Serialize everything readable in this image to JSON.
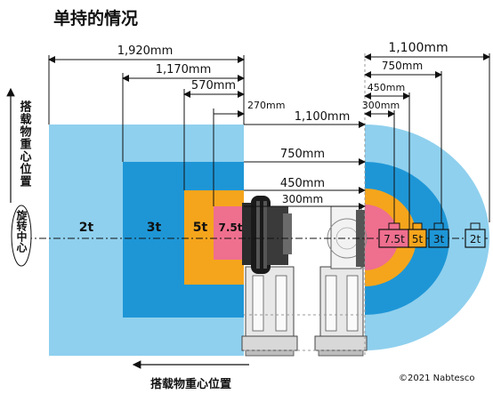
{
  "title": "单持的情况",
  "left_dimensions": [
    "1,920mm",
    "1,170mm",
    "570mm",
    "270mm"
  ],
  "center_dimensions": [
    "1,100mm",
    "750mm",
    "450mm",
    "300mm"
  ],
  "right_dimensions": [
    "1,100mm",
    "750mm",
    "450mm",
    "300mm"
  ],
  "left_zone_labels": [
    "2t",
    "3t",
    "5t",
    "7.5t"
  ],
  "weight_labels": [
    "7.5t",
    "5t",
    "3t",
    "2t"
  ],
  "vertical_label_top": "搭载物重心位置",
  "vertical_label_circle": "旋转中心",
  "bottom_label": "搭载物重心位置",
  "copyright": "©2021 Nabtesco",
  "colors": {
    "zone_2t": "#8fd0ee",
    "zone_3t": "#1e96d6",
    "zone_5t": "#f5a51c",
    "zone_7_5t": "#ef6f8f",
    "arrow": "#111111"
  }
}
